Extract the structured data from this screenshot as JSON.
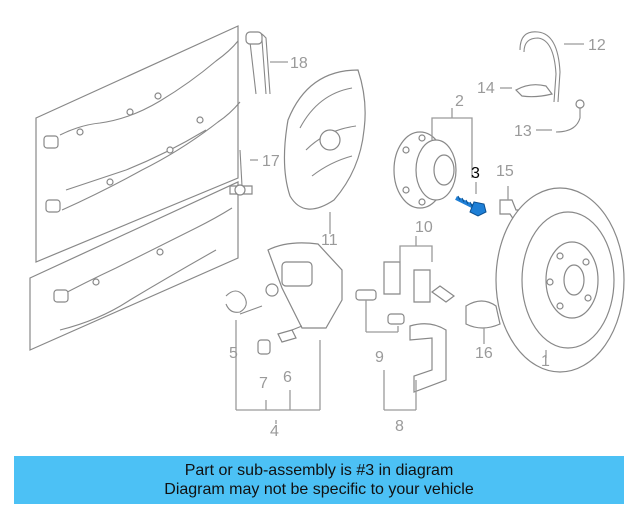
{
  "diagram": {
    "highlight_color": "#1e7fd6",
    "callouts": {
      "c1": "1",
      "c2": "2",
      "c3": "3",
      "c4": "4",
      "c5": "5",
      "c6": "6",
      "c7": "7",
      "c8": "8",
      "c9": "9",
      "c10": "10",
      "c11": "11",
      "c12": "12",
      "c13": "13",
      "c14": "14",
      "c15": "15",
      "c16": "16",
      "c17": "17",
      "c18": "18"
    }
  },
  "banner": {
    "line1": "Part or sub-assembly is #3 in diagram",
    "line2": "Diagram may not be specific to your vehicle",
    "background": "#4cc1f5"
  }
}
